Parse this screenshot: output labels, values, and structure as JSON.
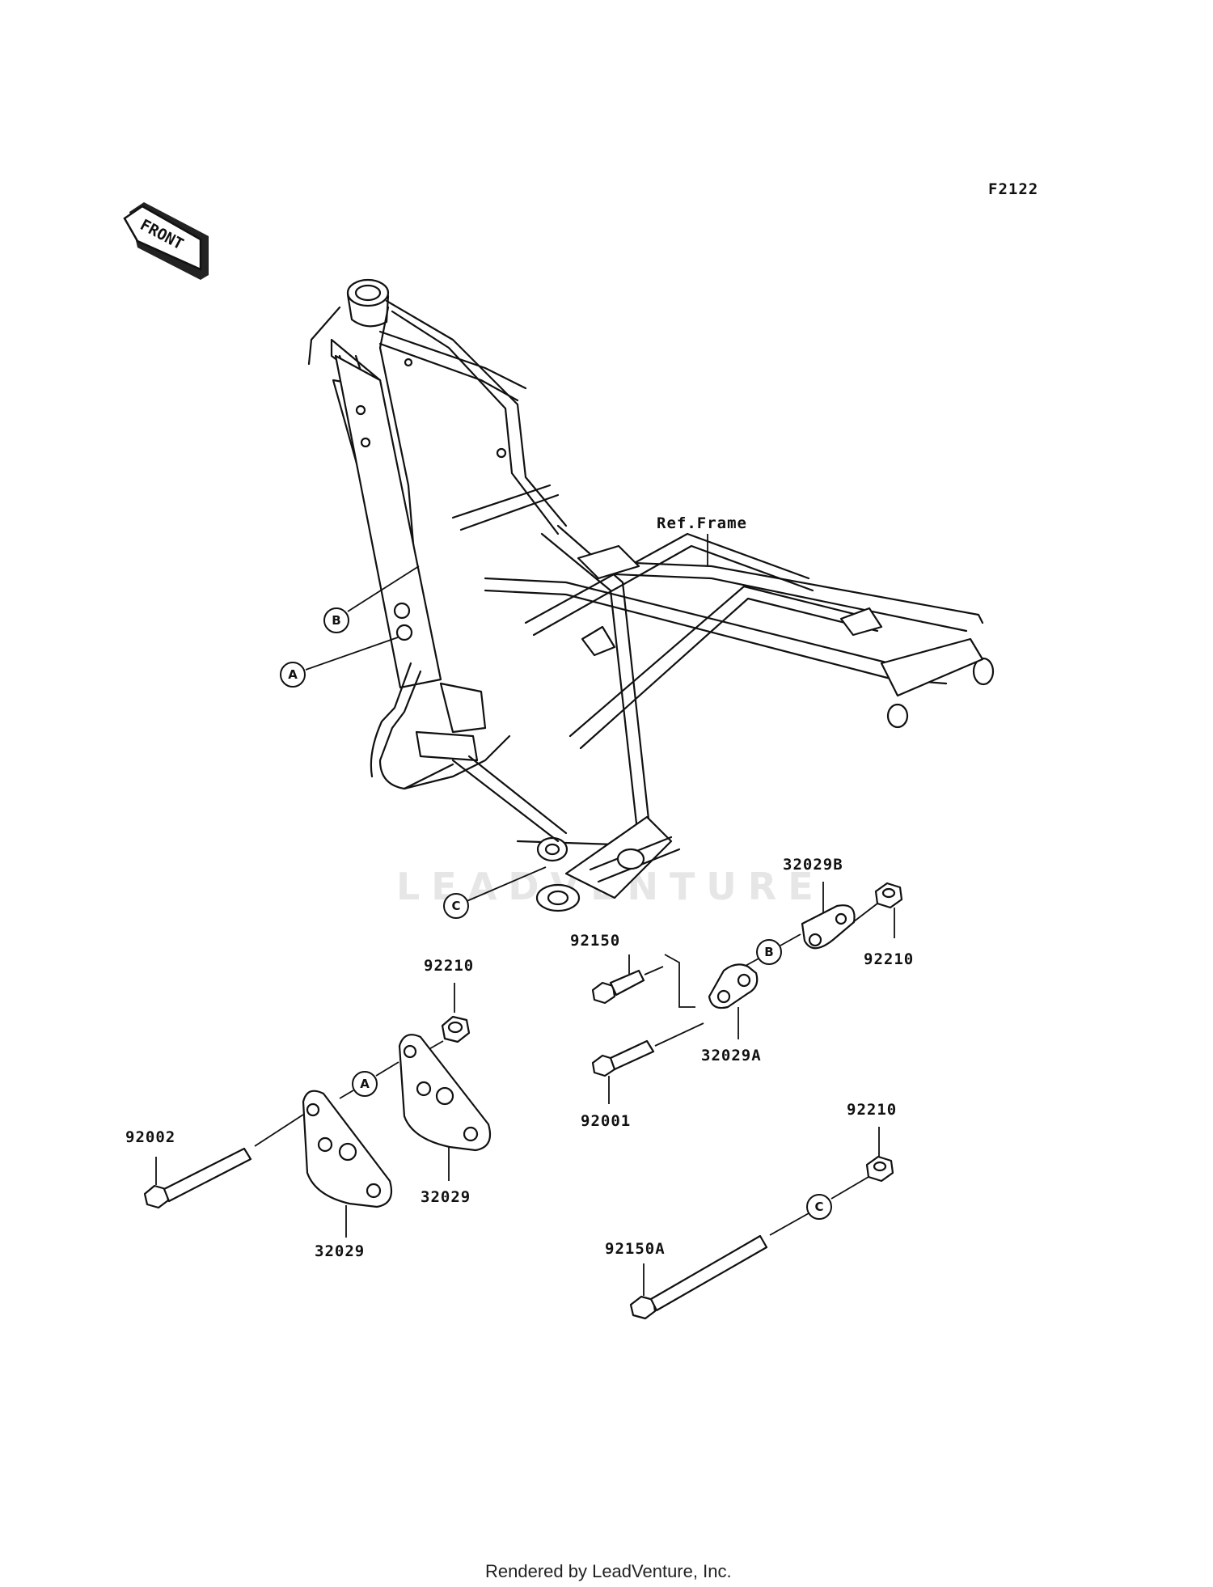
{
  "diagram_code": "F2122",
  "front_label": "FRONT",
  "ref_frame_label": "Ref.Frame",
  "watermark": "LEADVENTURE",
  "footer_text": "Rendered by LeadVenture, Inc.",
  "callouts": {
    "a": "A",
    "b": "B",
    "c": "C"
  },
  "parts": {
    "p32029b": "32029B",
    "p92210_right": "92210",
    "p92150": "92150",
    "p32029a": "32029A",
    "p92001": "92001",
    "p92210_left": "92210",
    "p32029_right": "32029",
    "p92002": "92002",
    "p32029_left": "32029",
    "p92210_bottom": "92210",
    "p92150a": "92150A"
  }
}
